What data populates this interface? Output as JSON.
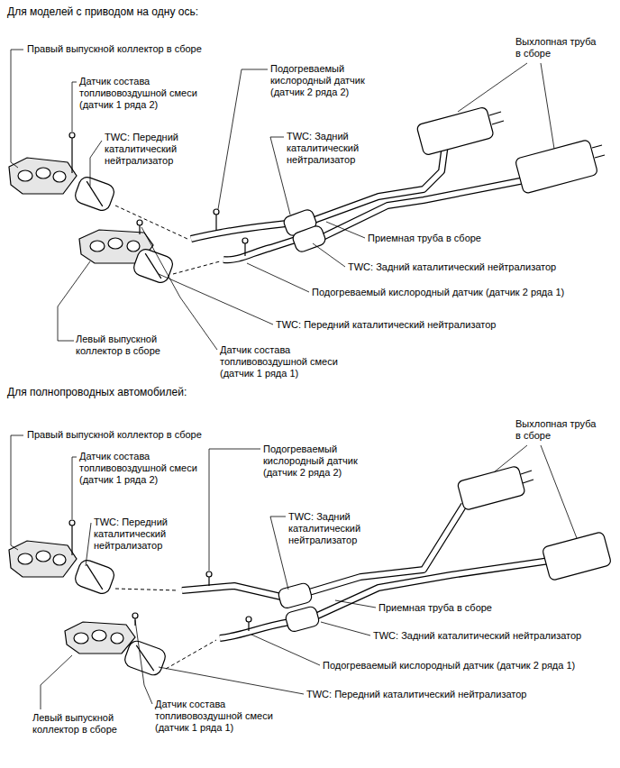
{
  "diagram": {
    "labels": [
      "Для моделей с приводом на одну ось:",
      "Правый выпускной коллектор в сборе",
      "Датчик состава топливовоздушной смеси (датчик 1 ряда 2)",
      "TWC: Передний каталитический нейтрализатор",
      "Подогреваемый кислородный датчик (датчик 2 ряда 2)",
      "TWC: Задний каталитический нейтрализатор",
      "Выхлопная труба в сборе",
      "Приемная труба в сборе",
      "TWC: Задний каталитический нейтрализатор",
      "Подогреваемый кислородный датчик (датчик 2 ряда 1)",
      "TWC: Передний каталитический нейтрализатор",
      "Левый выпускной коллектор в сборе",
      "Датчик состава топливовоздушной смеси (датчик 1 ряда 1)",
      "Для полнопроводных автомобилей:",
      "Правый выпускной коллектор в сборе",
      "Датчик состава топливовоздушной смеси (датчик 1 ряда 2)",
      "TWC: Передний каталитический нейтрализатор",
      "Подогреваемый кислородный датчик (датчик 2 ряда 2)",
      "TWC: Задний каталитический нейтрализатор",
      "Выхлопная труба в сборе",
      "Приемная труба в сборе",
      "TWC: Задний каталитический нейтрализатор",
      "Подогреваемый кислородный датчик (датчик 2 ряда 1)",
      "TWC: Передний каталитический нейтрализатор",
      "Левый выпускной коллектор в сборе",
      "Датчик состава топливовоздушной смеси (датчик 1 ряда 1)"
    ]
  }
}
